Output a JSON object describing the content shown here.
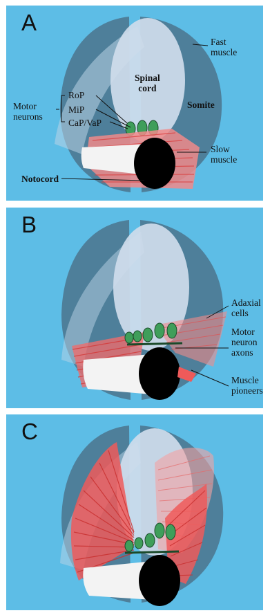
{
  "panels": [
    {
      "letter": "A",
      "labels": {
        "motor_neurons_line1": "Motor",
        "motor_neurons_line2": "neurons",
        "rop": "RoP",
        "mip": "MiP",
        "capvap": "CaP/VaP",
        "spinal_line1": "Spinal",
        "spinal_line2": "cord",
        "somite": "Somite",
        "fast_line1": "Fast",
        "fast_line2": "muscle",
        "slow_line1": "Slow",
        "slow_line2": "muscle",
        "notocord": "Notocord"
      }
    },
    {
      "letter": "B",
      "labels": {
        "adaxial_line1": "Adaxial",
        "adaxial_line2": "cells",
        "axons_line1": "Motor",
        "axons_line2": "neuron",
        "axons_line3": "axons",
        "pioneers_line1": "Muscle",
        "pioneers_line2": "pioneers"
      }
    },
    {
      "letter": "C",
      "labels": {}
    }
  ],
  "colors": {
    "background": "#5dbde6",
    "somite": "#4e7f9a",
    "spinal_cord": "#c9d8ea",
    "slow_muscle": "#ee5a5a",
    "neurons": "#3f9e5a",
    "notochord": "#000000"
  }
}
